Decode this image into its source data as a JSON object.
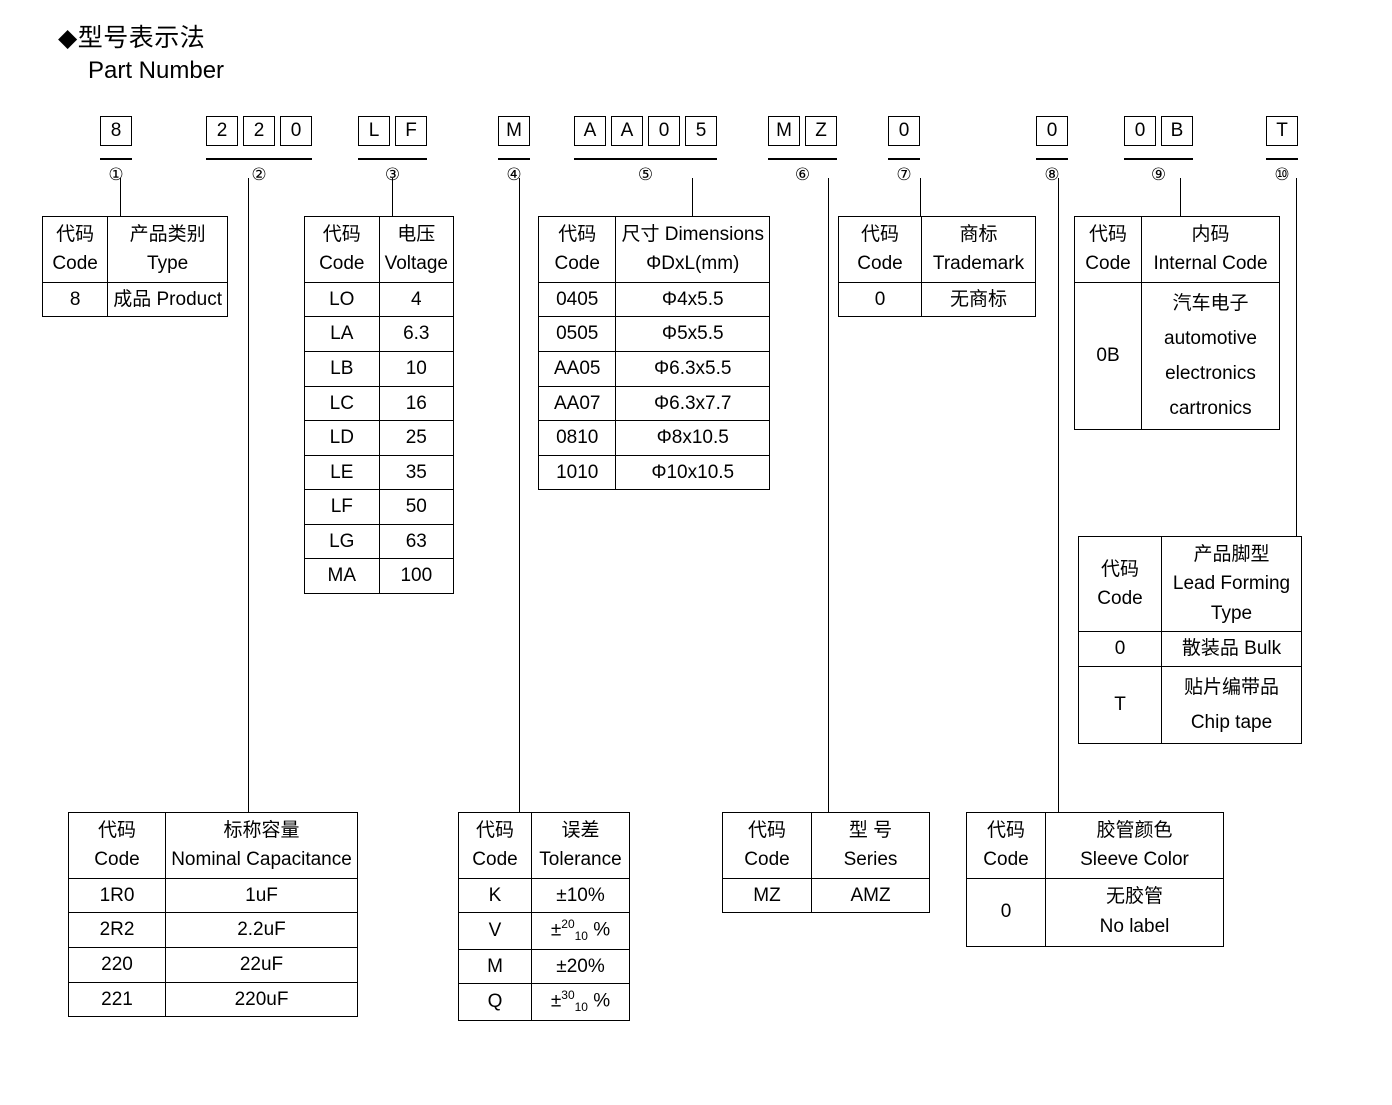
{
  "heading": {
    "bullet": "◆",
    "title_cn": "型号表示法",
    "title_en": "Part Number"
  },
  "part_number": {
    "groups": [
      {
        "index": "①",
        "chars": [
          "8"
        ]
      },
      {
        "index": "②",
        "chars": [
          "2",
          "2",
          "0"
        ]
      },
      {
        "index": "③",
        "chars": [
          "L",
          "F"
        ]
      },
      {
        "index": "④",
        "chars": [
          "M"
        ]
      },
      {
        "index": "⑤",
        "chars": [
          "A",
          "A",
          "0",
          "5"
        ]
      },
      {
        "index": "⑥",
        "chars": [
          "M",
          "Z"
        ]
      },
      {
        "index": "⑦",
        "chars": [
          "0"
        ]
      },
      {
        "index": "⑧",
        "chars": [
          "0"
        ]
      },
      {
        "index": "⑨",
        "chars": [
          "0",
          "B"
        ]
      },
      {
        "index": "⑩",
        "chars": [
          "T"
        ]
      }
    ]
  },
  "labels": {
    "code_cn": "代码",
    "code_en": "Code"
  },
  "tables": {
    "type": {
      "header_cn": "产品类别",
      "header_en": "Type",
      "rows": [
        {
          "code": "8",
          "value": "成品 Product"
        }
      ]
    },
    "voltage": {
      "header_cn": "电压",
      "header_en": "Voltage",
      "rows": [
        {
          "code": "LO",
          "value": "4"
        },
        {
          "code": "LA",
          "value": "6.3"
        },
        {
          "code": "LB",
          "value": "10"
        },
        {
          "code": "LC",
          "value": "16"
        },
        {
          "code": "LD",
          "value": "25"
        },
        {
          "code": "LE",
          "value": "35"
        },
        {
          "code": "LF",
          "value": "50"
        },
        {
          "code": "LG",
          "value": "63"
        },
        {
          "code": "MA",
          "value": "100"
        }
      ]
    },
    "dimensions": {
      "header_cn": "尺寸 Dimensions",
      "header_en": "ΦDxL(mm)",
      "rows": [
        {
          "code": "0405",
          "value": "Φ4x5.5"
        },
        {
          "code": "0505",
          "value": "Φ5x5.5"
        },
        {
          "code": "AA05",
          "value": "Φ6.3x5.5"
        },
        {
          "code": "AA07",
          "value": "Φ6.3x7.7"
        },
        {
          "code": "0810",
          "value": "Φ8x10.5"
        },
        {
          "code": "1010",
          "value": "Φ10x10.5"
        }
      ]
    },
    "trademark": {
      "header_cn": "商标",
      "header_en": "Trademark",
      "rows": [
        {
          "code": "0",
          "value": "无商标"
        }
      ]
    },
    "internal_code": {
      "header_cn": "内码",
      "header_en": "Internal Code",
      "rows": [
        {
          "code": "0B",
          "line1": "汽车电子",
          "line2": "automotive",
          "line3": "electronics",
          "line4": "cartronics"
        }
      ]
    },
    "lead_forming": {
      "header_cn": "产品脚型",
      "header_en1": "Lead Forming",
      "header_en2": "Type",
      "rows": [
        {
          "code": "0",
          "line1": "散装品 Bulk",
          "line2": ""
        },
        {
          "code": "T",
          "line1": "贴片编带品",
          "line2": "Chip tape"
        }
      ]
    },
    "capacitance": {
      "header_cn": "标称容量",
      "header_en": "Nominal Capacitance",
      "rows": [
        {
          "code": "1R0",
          "value": "1uF"
        },
        {
          "code": "2R2",
          "value": "2.2uF"
        },
        {
          "code": "220",
          "value": "22uF"
        },
        {
          "code": "221",
          "value": "220uF"
        }
      ]
    },
    "tolerance": {
      "header_cn": "误差",
      "header_en": "Tolerance",
      "rows": [
        {
          "code": "K",
          "plain": "±10%",
          "sign": "",
          "sup": "",
          "sub": "",
          "pct": ""
        },
        {
          "code": "V",
          "plain": "",
          "sign": "±",
          "sup": "20",
          "sub": "10",
          "pct": "%"
        },
        {
          "code": "M",
          "plain": "±20%",
          "sign": "",
          "sup": "",
          "sub": "",
          "pct": ""
        },
        {
          "code": "Q",
          "plain": "",
          "sign": "±",
          "sup": "30",
          "sub": "10",
          "pct": "%"
        }
      ]
    },
    "series": {
      "header_cn": "型 号",
      "header_en": "Series",
      "rows": [
        {
          "code": "MZ",
          "value": "AMZ"
        }
      ]
    },
    "sleeve_color": {
      "header_cn": "胶管颜色",
      "header_en": "Sleeve Color",
      "rows": [
        {
          "code": "0",
          "line1": "无胶管",
          "line2": "No label"
        }
      ]
    }
  }
}
